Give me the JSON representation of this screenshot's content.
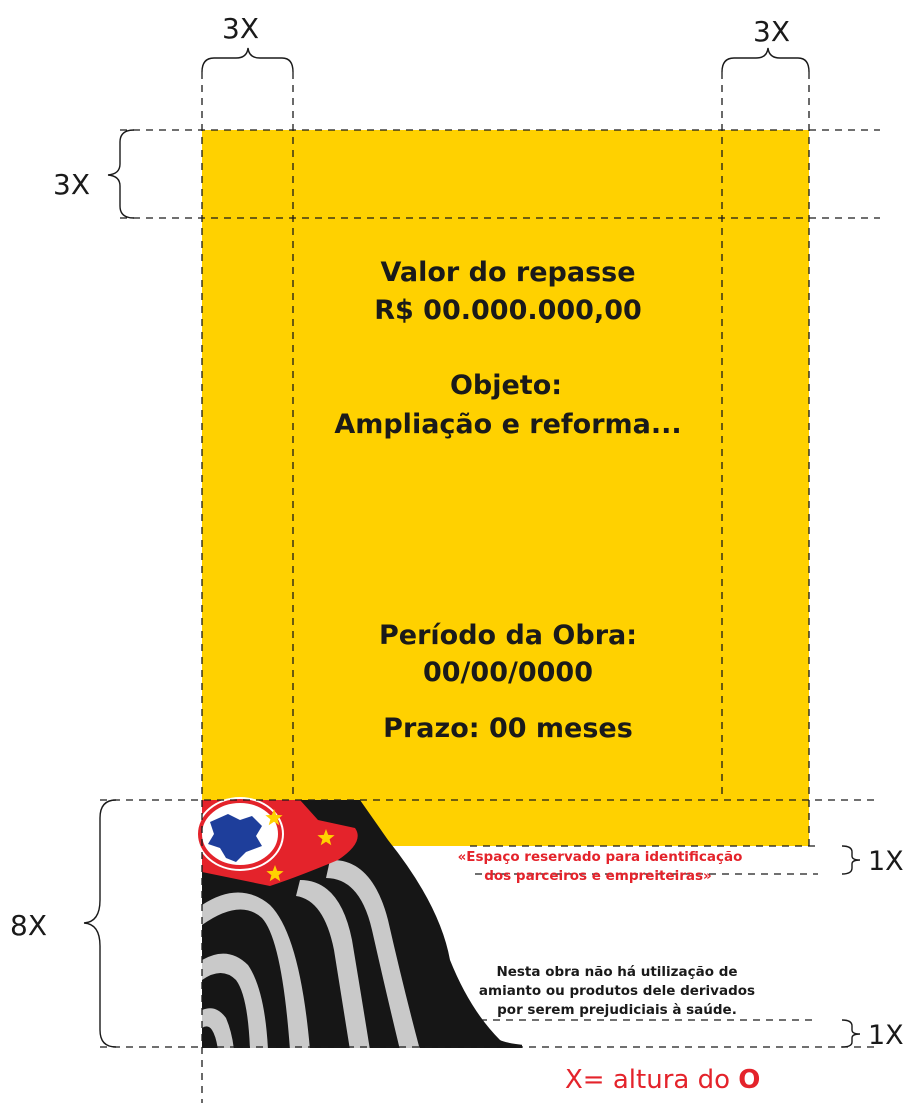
{
  "colors": {
    "panel": "#FFD100",
    "red": "#E4232B",
    "black": "#161616",
    "stripe_light": "#C9C9C9",
    "map_blue": "#1E3E9B",
    "text": "#1a1a1a"
  },
  "dimensions": {
    "top_left": "3X",
    "top_right": "3X",
    "left_top": "3X",
    "left_bottom": "8X",
    "right_upper": "1X",
    "right_lower": "1X"
  },
  "panel": {
    "valor_title": "Valor do repasse",
    "valor_amount": "R$ 00.000.000,00",
    "objeto_title": "Objeto:",
    "objeto_text": "Ampliação e reforma...",
    "periodo_title": "Período da Obra:",
    "periodo_date": "00/00/0000",
    "prazo": "Prazo: 00 meses",
    "reserved_line1": "«Espaço reservado para identificação",
    "reserved_line2": "dos parceiros e empreiteiras»",
    "notice_line1": "Nesta obra não há utilização de",
    "notice_line2": "amianto ou produtos dele derivados",
    "notice_line3": "por serem prejudiciais à saúde."
  },
  "footer": {
    "prefix": "X= altura do ",
    "letter": "O"
  }
}
